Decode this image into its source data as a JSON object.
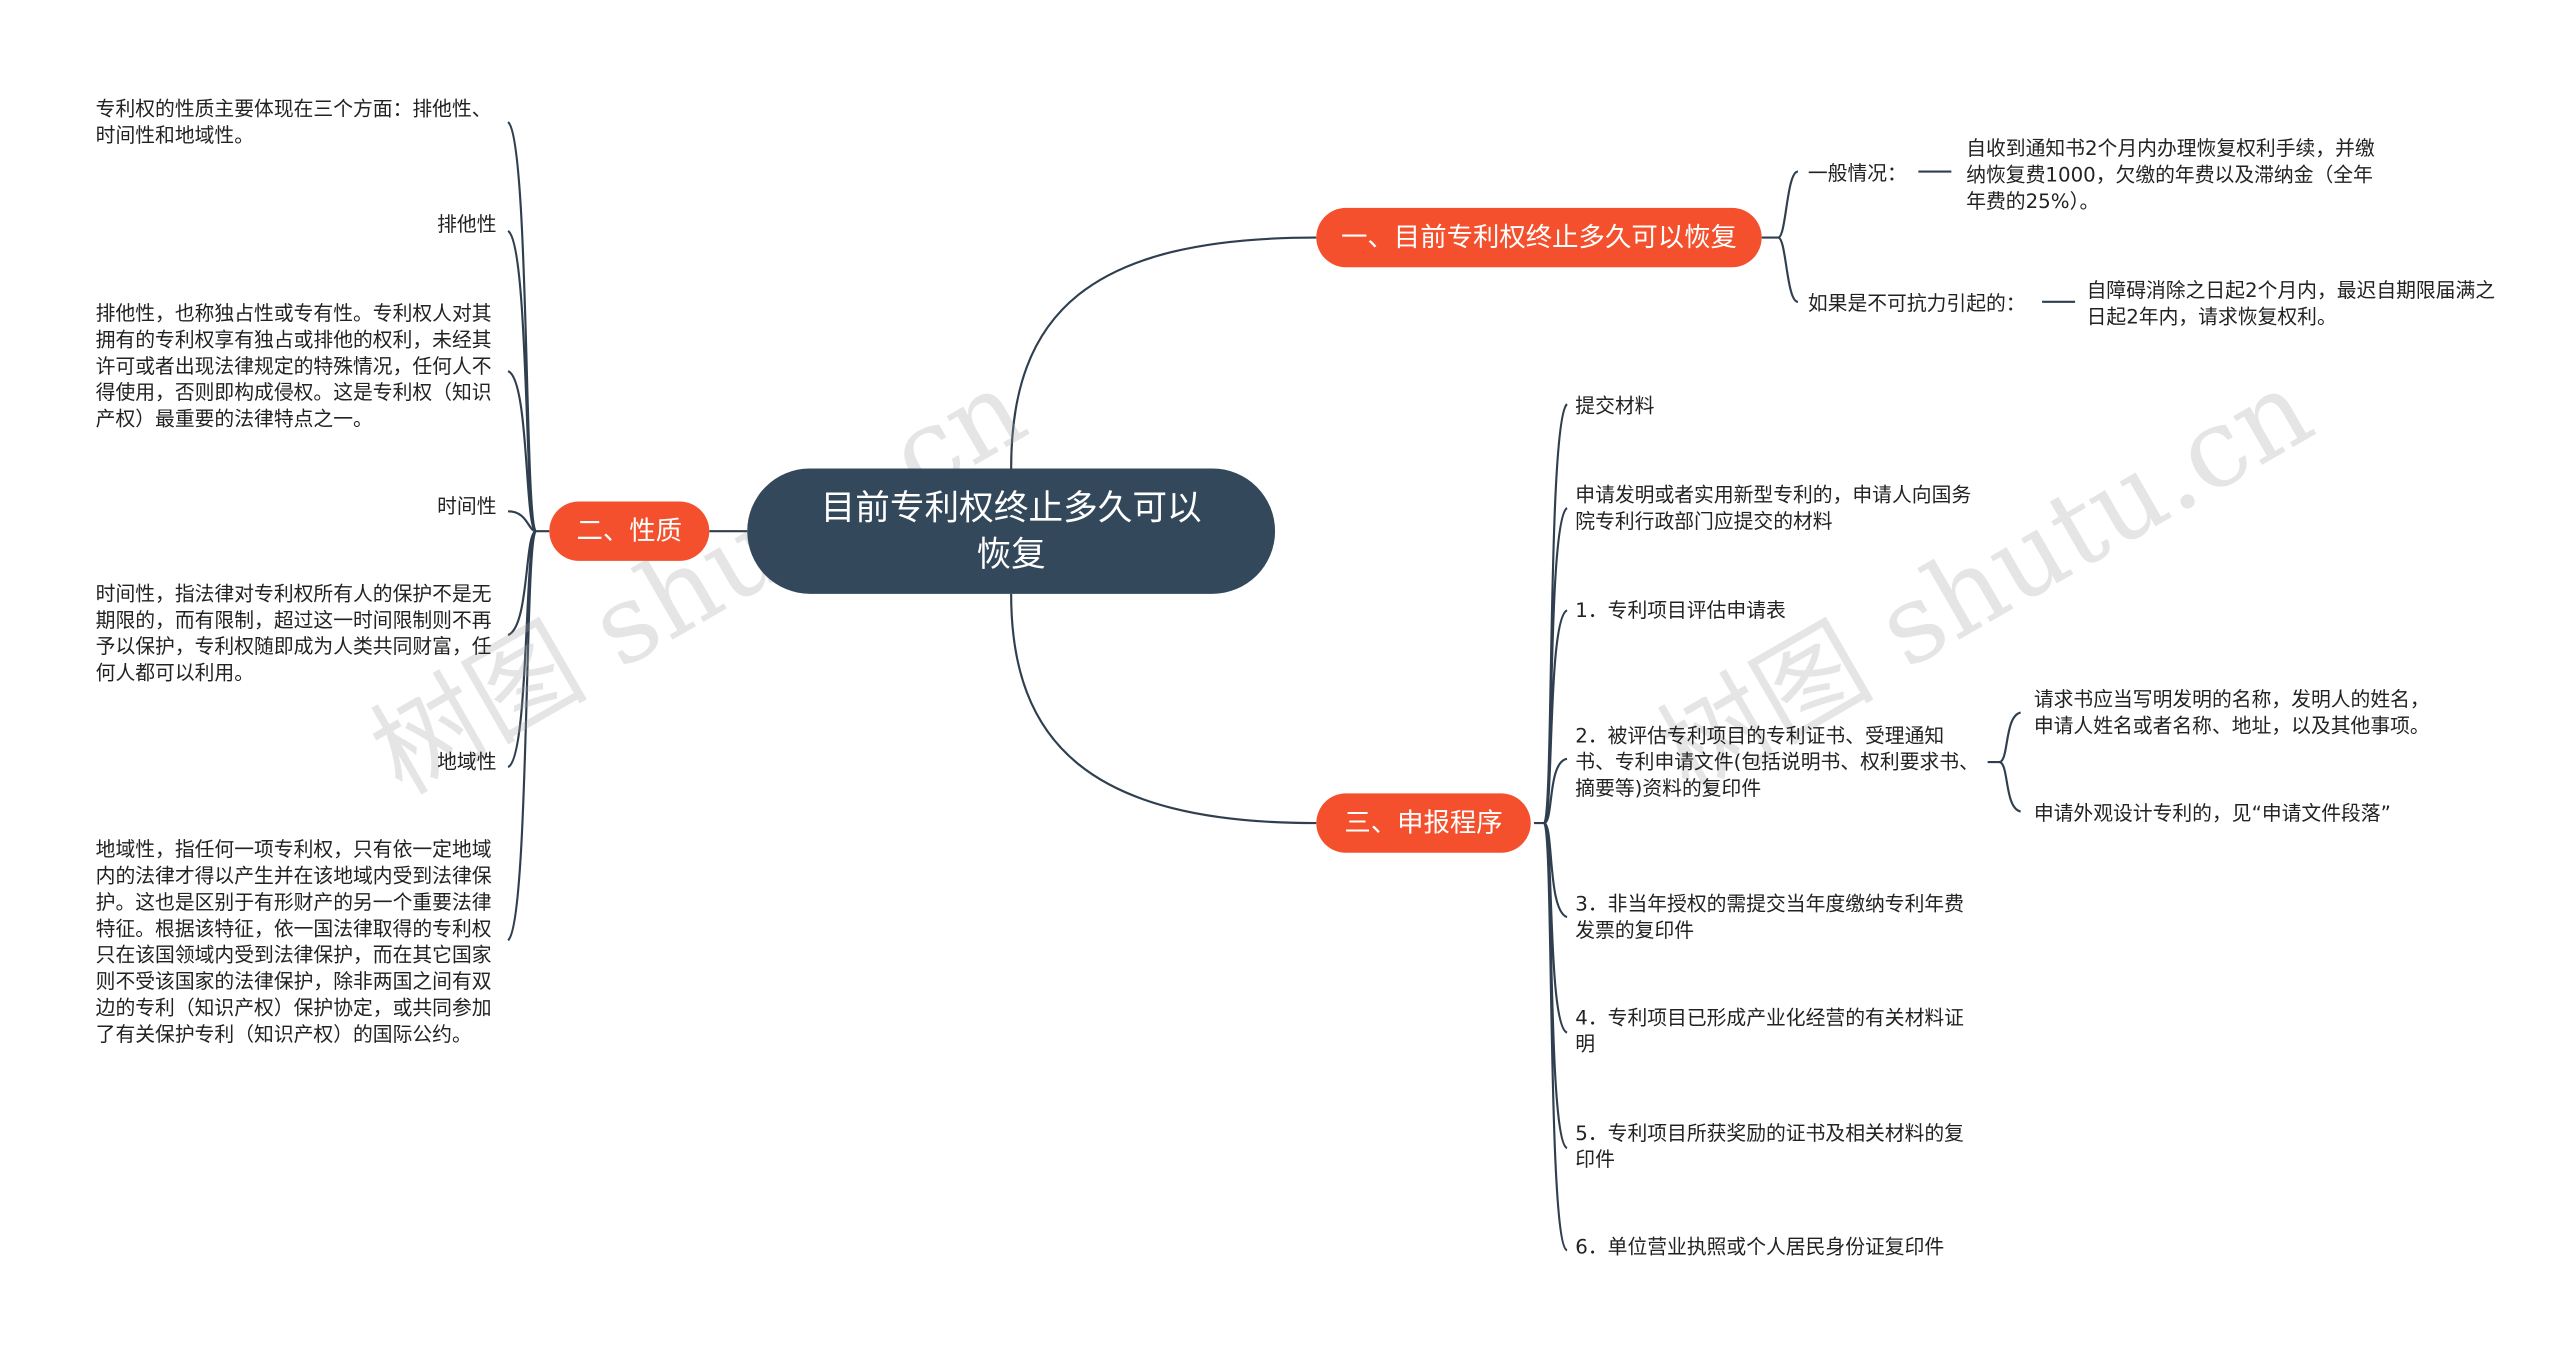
{
  "root": {
    "title": "目前专利权终止多久可以恢复"
  },
  "branch1": {
    "label": "一、目前专利权终止多久可以恢复",
    "items": [
      {
        "label": "一般情况：",
        "detail": "自收到通知书2个月内办理恢复权利手续，并缴纳恢复费1000，欠缴的年费以及滞纳金（全年年费的25%）。"
      },
      {
        "label": "如果是不可抗力引起的：",
        "detail": "自障碍消除之日起2个月内，最迟自期限届满之日起2年内，请求恢复权利。"
      }
    ]
  },
  "branch2": {
    "label": "二、性质",
    "intro": "专利权的性质主要体现在三个方面：排他性、时间性和地域性。",
    "items": [
      {
        "label": "排他性",
        "detail": "排他性，也称独占性或专有性。专利权人对其拥有的专利权享有独占或排他的权利，未经其许可或者出现法律规定的特殊情况，任何人不得使用，否则即构成侵权。这是专利权（知识产权）最重要的法律特点之一。"
      },
      {
        "label": "时间性",
        "detail": "时间性，指法律对专利权所有人的保护不是无期限的，而有限制，超过这一时间限制则不再予以保护，专利权随即成为人类共同财富，任何人都可以利用。"
      },
      {
        "label": "地域性",
        "detail": "地域性，指任何一项专利权，只有依一定地域内的法律才得以产生并在该地域内受到法律保护。这也是区别于有形财产的另一个重要法律特征。根据该特征，依一国法律取得的专利权只在该国领域内受到法律保护，而在其它国家则不受该国家的法律保护，除非两国之间有双边的专利（知识产权）保护协定，或共同参加了有关保护专利（知识产权）的国际公约。"
      }
    ]
  },
  "branch3": {
    "label": "三、申报程序",
    "items": [
      "提交材料",
      "申请发明或者实用新型专利的，申请人向国务院专利行政部门应提交的材料",
      "1．专利项目评估申请表",
      "2．被评估专利项目的专利证书、受理通知书、专利申请文件(包括说明书、权利要求书、摘要等)资料的复印件",
      "3．非当年授权的需提交当年度缴纳专利年费发票的复印件",
      "4．专利项目已形成产业化经营的有关材料证明",
      "5．专利项目所获奖励的证书及相关材料的复印件",
      "6．单位营业执照或个人居民身份证复印件"
    ],
    "subitems": [
      "请求书应当写明发明的名称，发明人的姓名，申请人姓名或者名称、地址，以及其他事项。",
      "申请外观设计专利的，见“申请文件段落”"
    ]
  },
  "watermark": "树图 shutu.cn",
  "colors": {
    "root": "#33485a",
    "branch": "#f4502d",
    "line": "#2f3f4f"
  }
}
